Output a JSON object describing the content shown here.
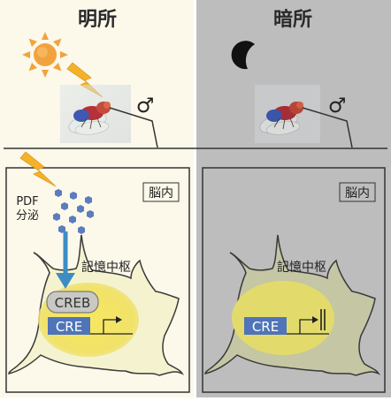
{
  "panels": {
    "light": {
      "title": "明所",
      "sex_symbol": "♂",
      "brain_box_label": "脳内",
      "pdf_line1": "PDF",
      "pdf_line2": "分泌",
      "memory_center": "記憶中枢",
      "creb": "CREB",
      "cre": "CRE"
    },
    "dark": {
      "title": "暗所",
      "sex_symbol": "♂",
      "brain_box_label": "脳内",
      "memory_center": "記憶中枢",
      "cre": "CRE"
    }
  },
  "colors": {
    "light_bg": "#fcf8ea",
    "dark_bg": "#bdbdbd",
    "neuron_fill_light": "#f5f3cf",
    "neuron_fill_dark": "#c5c6a4",
    "memory_blob": "#f4e768",
    "cre_box": "#4f74b8",
    "creb_box": "#c8c8c4",
    "pdf_arrow": "#3d8dc4",
    "peptide": "#5b7cc0",
    "sun": "#f2a23c",
    "lightning": "#f4b12a"
  }
}
